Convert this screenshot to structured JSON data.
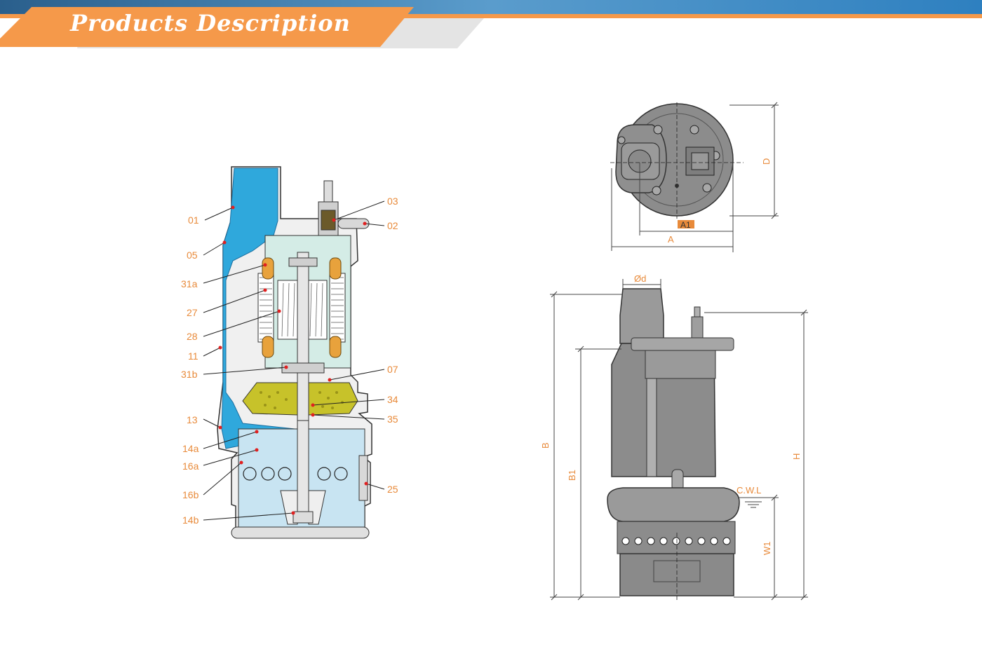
{
  "header": {
    "title": "Products Description",
    "colors": {
      "accent": "#f5994a",
      "band": "#2e6e9e",
      "band_light": "#8fbfe0",
      "grey": "#e2e2e2"
    }
  },
  "sectional_view": {
    "part_labels": [
      "01",
      "05",
      "31a",
      "27",
      "28",
      "11",
      "31b",
      "13",
      "14a",
      "16a",
      "16b",
      "14b",
      "03",
      "02",
      "07",
      "34",
      "35",
      "25"
    ]
  },
  "top_view": {
    "dimension_labels": [
      "D",
      "A1",
      "A"
    ]
  },
  "side_view": {
    "dimension_labels": [
      "Ød",
      "B",
      "B1",
      "H",
      "C.W.L",
      "W1"
    ]
  }
}
